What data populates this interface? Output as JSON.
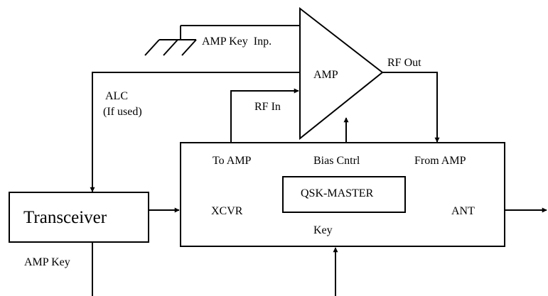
{
  "labels": {
    "amp_key_inp": "AMP Key  Inp.",
    "amp": "AMP",
    "rf_out": "RF Out",
    "alc_line1": "ALC",
    "alc_line2": "(If used)",
    "rf_in": "RF In",
    "to_amp": "To AMP",
    "bias_cntrl": "Bias Cntrl",
    "from_amp": "From AMP",
    "qsk_master": "QSK-MASTER",
    "xcvr": "XCVR",
    "ant": "ANT",
    "key": "Key",
    "transceiver": "Transceiver",
    "amp_key": "AMP Key"
  }
}
